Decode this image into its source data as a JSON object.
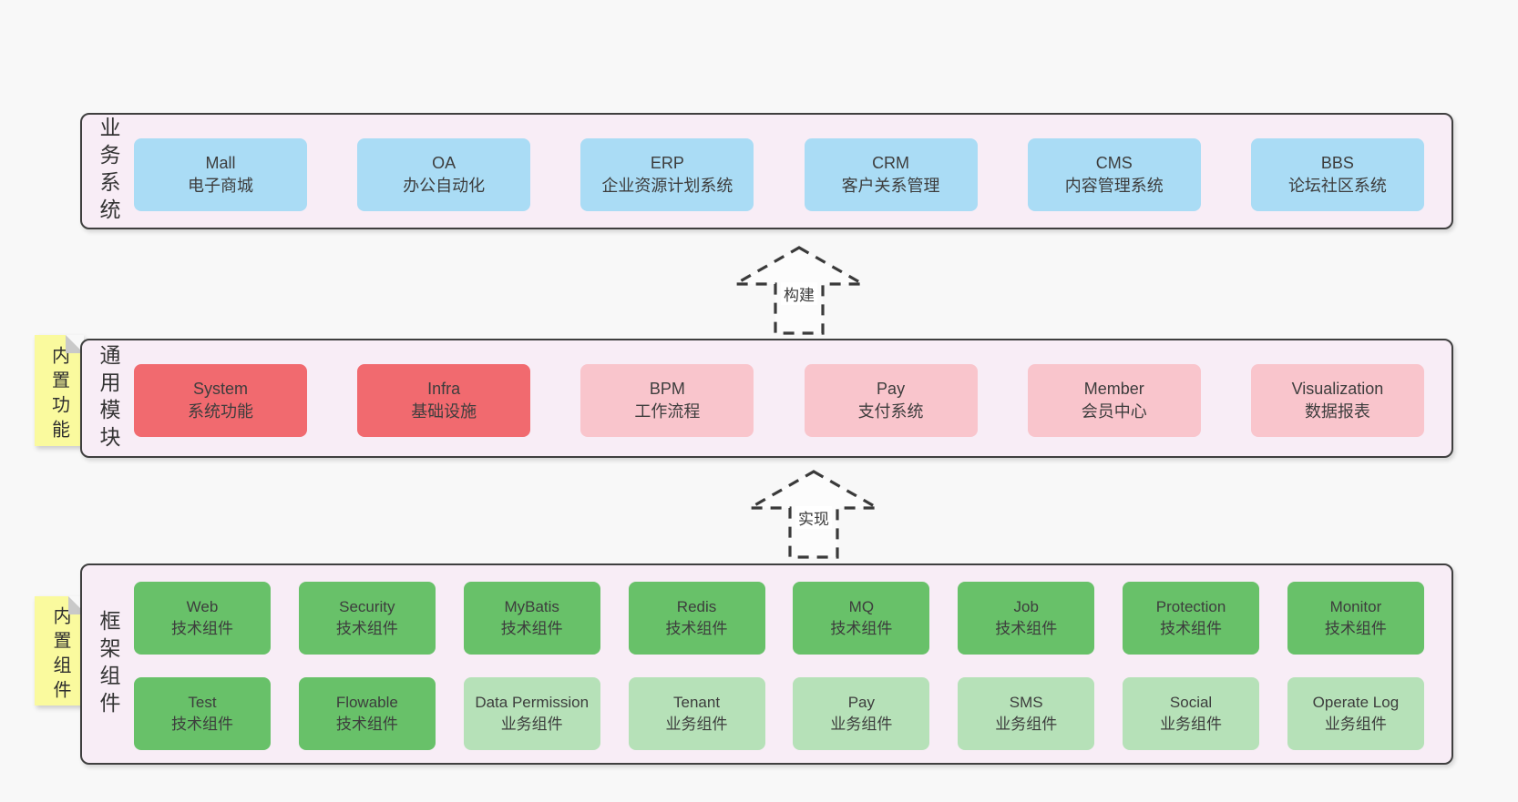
{
  "colors": {
    "page_bg": "#f8f8f8",
    "panel_bg": "#f8edf6",
    "panel_border": "#3f3f3f",
    "blue": "#aadcf5",
    "red": "#f16a6f",
    "pink": "#f9c5cc",
    "green": "#68c169",
    "lightgreen": "#b6e1b8",
    "note_yellow": "#fafa9e",
    "fold_gray": "#c9c9c9"
  },
  "arrows": [
    {
      "label": "构建"
    },
    {
      "label": "实现"
    }
  ],
  "layers": [
    {
      "label": "业务系统",
      "note": null,
      "rows": [
        [
          {
            "title": "Mall",
            "subtitle": "电子商城",
            "type": "blue"
          },
          {
            "title": "OA",
            "subtitle": "办公自动化",
            "type": "blue"
          },
          {
            "title": "ERP",
            "subtitle": "企业资源计划系统",
            "type": "blue"
          },
          {
            "title": "CRM",
            "subtitle": "客户关系管理",
            "type": "blue"
          },
          {
            "title": "CMS",
            "subtitle": "内容管理系统",
            "type": "blue"
          },
          {
            "title": "BBS",
            "subtitle": "论坛社区系统",
            "type": "blue"
          }
        ]
      ]
    },
    {
      "label": "通用模块",
      "note": "内置功能",
      "rows": [
        [
          {
            "title": "System",
            "subtitle": "系统功能",
            "type": "red"
          },
          {
            "title": "Infra",
            "subtitle": "基础设施",
            "type": "red"
          },
          {
            "title": "BPM",
            "subtitle": "工作流程",
            "type": "pink"
          },
          {
            "title": "Pay",
            "subtitle": "支付系统",
            "type": "pink"
          },
          {
            "title": "Member",
            "subtitle": "会员中心",
            "type": "pink"
          },
          {
            "title": "Visualization",
            "subtitle": "数据报表",
            "type": "pink"
          }
        ]
      ]
    },
    {
      "label": "框架组件",
      "note": "内置组件",
      "rows": [
        [
          {
            "title": "Web",
            "subtitle": "技术组件",
            "type": "green"
          },
          {
            "title": "Security",
            "subtitle": "技术组件",
            "type": "green"
          },
          {
            "title": "MyBatis",
            "subtitle": "技术组件",
            "type": "green"
          },
          {
            "title": "Redis",
            "subtitle": "技术组件",
            "type": "green"
          },
          {
            "title": "MQ",
            "subtitle": "技术组件",
            "type": "green"
          },
          {
            "title": "Job",
            "subtitle": "技术组件",
            "type": "green"
          },
          {
            "title": "Protection",
            "subtitle": "技术组件",
            "type": "green"
          },
          {
            "title": "Monitor",
            "subtitle": "技术组件",
            "type": "green"
          }
        ],
        [
          {
            "title": "Test",
            "subtitle": "技术组件",
            "type": "green"
          },
          {
            "title": "Flowable",
            "subtitle": "技术组件",
            "type": "green"
          },
          {
            "title": "Data Permission",
            "subtitle": "业务组件",
            "type": "lightgreen"
          },
          {
            "title": "Tenant",
            "subtitle": "业务组件",
            "type": "lightgreen"
          },
          {
            "title": "Pay",
            "subtitle": "业务组件",
            "type": "lightgreen"
          },
          {
            "title": "SMS",
            "subtitle": "业务组件",
            "type": "lightgreen"
          },
          {
            "title": "Social",
            "subtitle": "业务组件",
            "type": "lightgreen"
          },
          {
            "title": "Operate Log",
            "subtitle": "业务组件",
            "type": "lightgreen"
          }
        ]
      ]
    }
  ]
}
